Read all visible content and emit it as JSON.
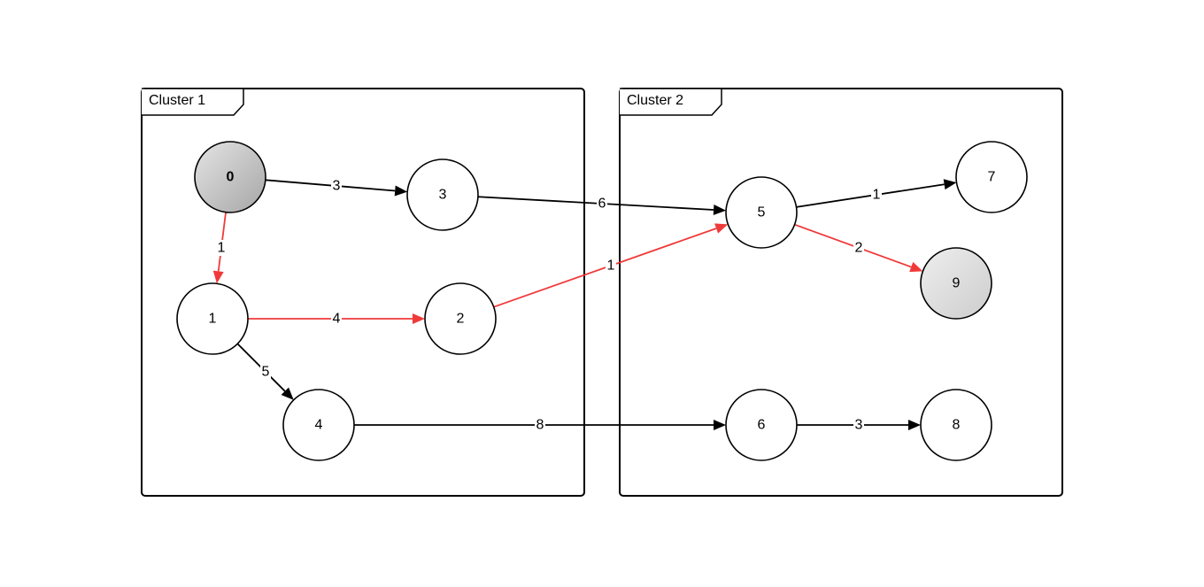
{
  "clusters": [
    {
      "label": "Cluster 1"
    },
    {
      "label": "Cluster 2"
    }
  ],
  "nodes": [
    {
      "id": "0",
      "label": "0",
      "fill": "gray-dark"
    },
    {
      "id": "1",
      "label": "1",
      "fill": "white"
    },
    {
      "id": "2",
      "label": "2",
      "fill": "white"
    },
    {
      "id": "3",
      "label": "3",
      "fill": "white"
    },
    {
      "id": "4",
      "label": "4",
      "fill": "white"
    },
    {
      "id": "5",
      "label": "5",
      "fill": "white"
    },
    {
      "id": "6",
      "label": "6",
      "fill": "white"
    },
    {
      "id": "7",
      "label": "7",
      "fill": "white"
    },
    {
      "id": "8",
      "label": "8",
      "fill": "white"
    },
    {
      "id": "9",
      "label": "9",
      "fill": "gray-light"
    }
  ],
  "edges": [
    {
      "from": "0",
      "to": "3",
      "weight": "3",
      "highlighted": false
    },
    {
      "from": "0",
      "to": "1",
      "weight": "1",
      "highlighted": true
    },
    {
      "from": "3",
      "to": "5",
      "weight": "6",
      "highlighted": false
    },
    {
      "from": "1",
      "to": "2",
      "weight": "4",
      "highlighted": true
    },
    {
      "from": "1",
      "to": "4",
      "weight": "5",
      "highlighted": false
    },
    {
      "from": "2",
      "to": "5",
      "weight": "1",
      "highlighted": true
    },
    {
      "from": "4",
      "to": "6",
      "weight": "8",
      "highlighted": false
    },
    {
      "from": "5",
      "to": "7",
      "weight": "1",
      "highlighted": false
    },
    {
      "from": "5",
      "to": "9",
      "weight": "2",
      "highlighted": true
    },
    {
      "from": "6",
      "to": "8",
      "weight": "3",
      "highlighted": false
    }
  ],
  "colors": {
    "edge_default": "#000000",
    "edge_highlight": "#f03a3a",
    "node_white": "#ffffff",
    "gray_dark_start": "#e4e4e4",
    "gray_dark_end": "#a6a6a6",
    "gray_light_start": "#eeeeee",
    "gray_light_end": "#cdcdcd"
  }
}
